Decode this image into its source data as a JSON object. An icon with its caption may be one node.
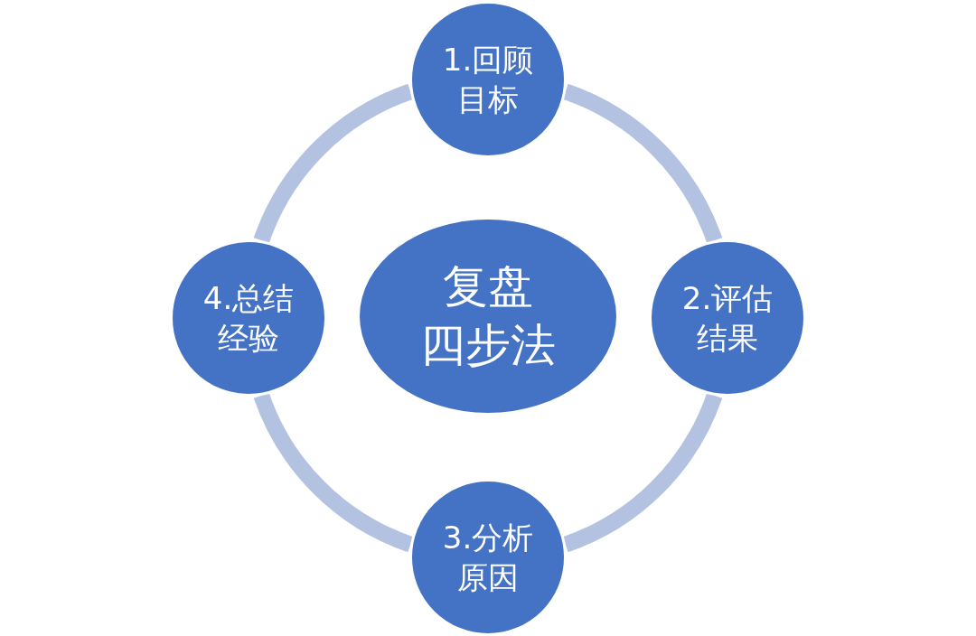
{
  "diagram": {
    "nodes": [
      {
        "text": [
          "1.回顾目标"
        ]
      },
      {
        "text": [
          "4.总结经验"
        ]
      },
      {
        "text": [
          "复盘四步法"
        ]
      },
      {
        "text": [
          "2.评估结果"
        ]
      },
      {
        "text": [
          "3.分析原因"
        ]
      }
    ],
    "edges": [
      {
        "from": 0,
        "to": 3,
        "arrow": "none"
      },
      {
        "from": 3,
        "to": 4,
        "arrow": "none"
      },
      {
        "from": 4,
        "to": 1,
        "arrow": "none"
      },
      {
        "from": 1,
        "to": 0,
        "arrow": "none"
      }
    ]
  }
}
